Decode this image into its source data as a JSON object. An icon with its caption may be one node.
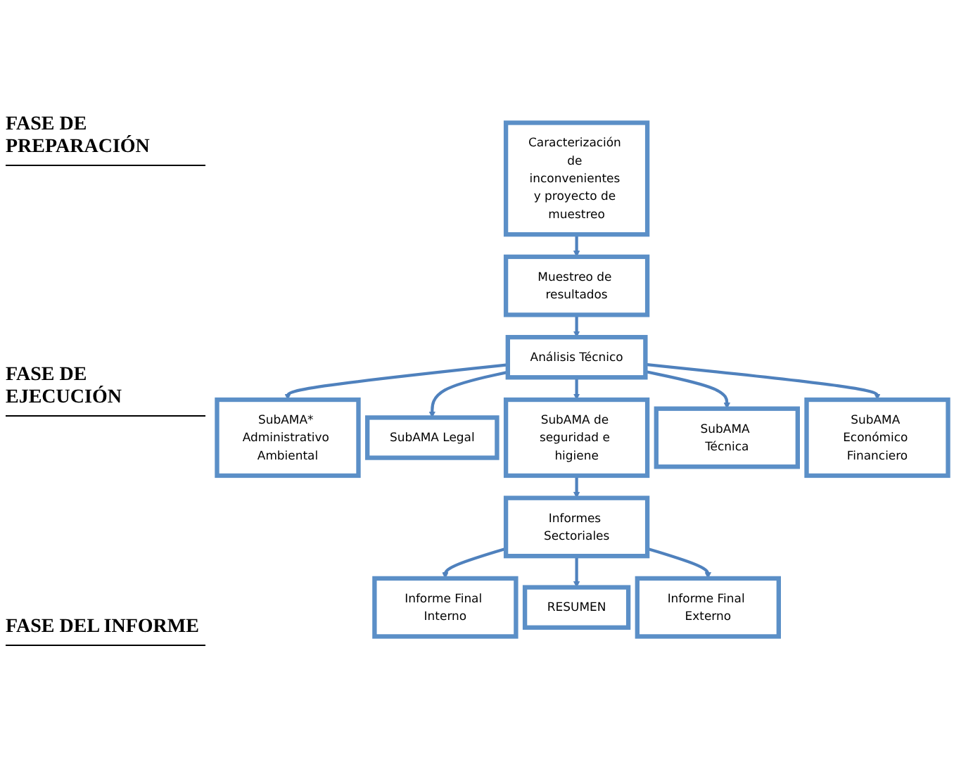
{
  "diagram": {
    "nodes": [
      {
        "text": [
          "Caracterización de inconvenientes y proyecto de muestreo"
        ]
      },
      {
        "text": [
          "Muestreo de resultados"
        ]
      },
      {
        "text": [
          "Análisis Técnico"
        ]
      },
      {
        "text": [
          "SubAMA* Administrativo Ambiental"
        ]
      },
      {
        "text": [
          "SubAMA Legal"
        ]
      },
      {
        "text": [
          "SubAMA de seguridad e higiene"
        ]
      },
      {
        "text": [
          "SubAMA Técnica"
        ]
      },
      {
        "text": [
          "SubAMA Económico Financiero"
        ]
      },
      {
        "text": [
          "Informes Sectoriales"
        ]
      },
      {
        "text": [
          "Informe Final Interno"
        ]
      },
      {
        "text": [
          "RESUMEN"
        ]
      },
      {
        "text": [
          "Informe Final Externo"
        ]
      }
    ],
    "edges": [
      {
        "from": 0,
        "to": 1,
        "arrow": "to"
      },
      {
        "from": 1,
        "to": 2,
        "arrow": "to"
      },
      {
        "from": 2,
        "to": 3,
        "arrow": "to"
      },
      {
        "from": 2,
        "to": 4,
        "arrow": "to"
      },
      {
        "from": 2,
        "to": 5,
        "arrow": "to"
      },
      {
        "from": 2,
        "to": 6,
        "arrow": "to"
      },
      {
        "from": 2,
        "to": 7,
        "arrow": "to"
      },
      {
        "from": 5,
        "to": 8,
        "arrow": "to"
      },
      {
        "from": 8,
        "to": 9,
        "arrow": "to"
      },
      {
        "from": 8,
        "to": 10,
        "arrow": "to"
      },
      {
        "from": 8,
        "to": 11,
        "arrow": "to"
      }
    ],
    "labels": [
      "FASE DE PREPARACIÓN",
      "FASE DE EJECUCIÓN",
      "FASE DEL INFORME"
    ]
  }
}
